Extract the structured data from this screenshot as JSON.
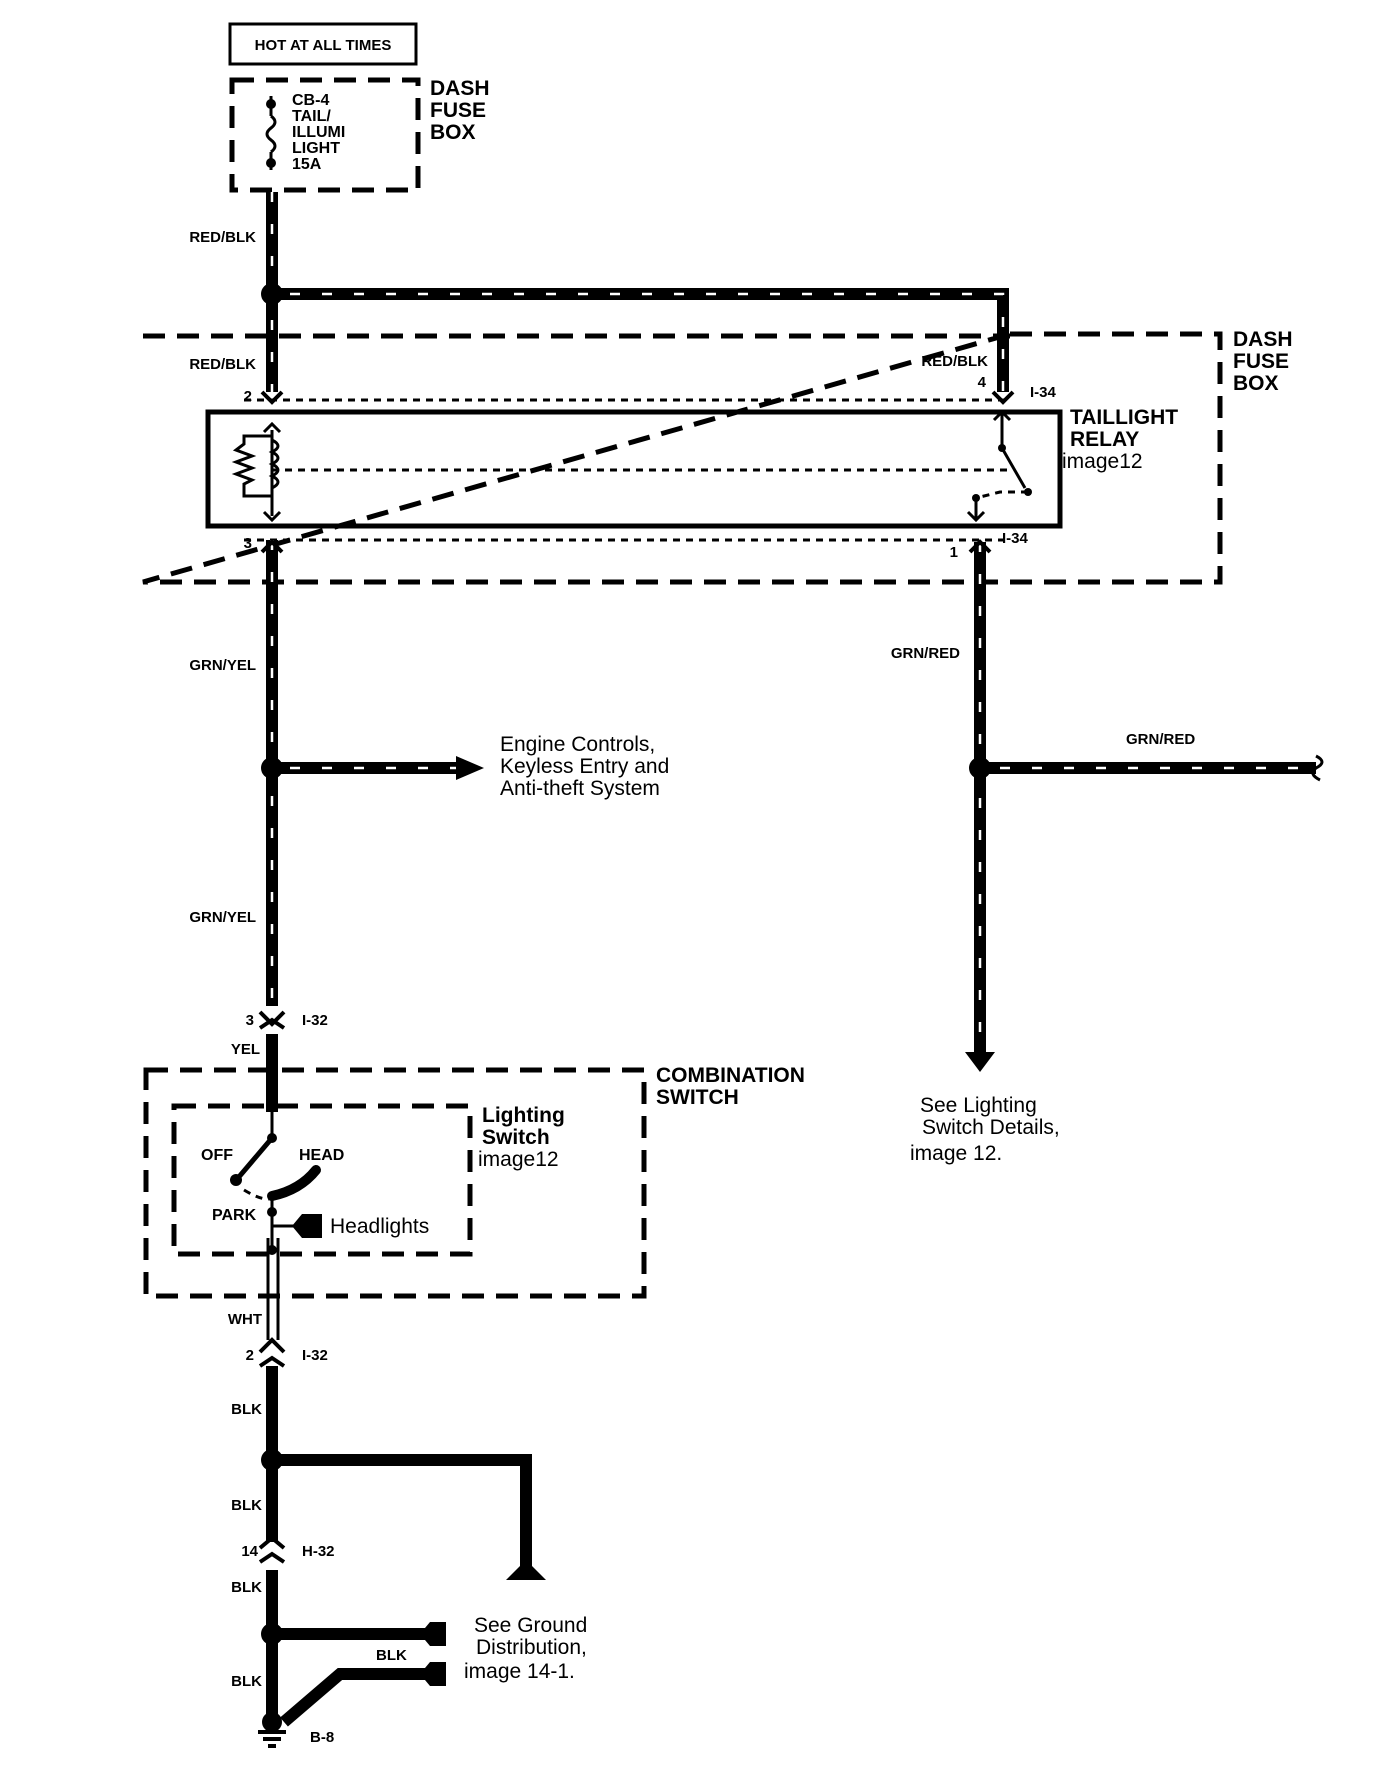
{
  "power_source": {
    "label": "HOT AT ALL TIMES"
  },
  "fuse_box_top": {
    "title_lines": [
      "DASH",
      "FUSE",
      "BOX"
    ],
    "fuse_lines": [
      "CB-4",
      "TAIL/",
      "ILLUMI",
      "LIGHT",
      "15A"
    ]
  },
  "fuse_box_main": {
    "title_lines": [
      "DASH",
      "FUSE",
      "BOX"
    ]
  },
  "taillight_relay": {
    "title_lines": [
      "TAILLIGHT",
      "RELAY"
    ],
    "ref": "image12"
  },
  "combination_switch": {
    "title_lines": [
      "COMBINATION",
      "SWITCH"
    ]
  },
  "lighting_switch": {
    "title_lines": [
      "Lighting",
      "Switch"
    ],
    "ref": "image12",
    "positions": {
      "off": "OFF",
      "head": "HEAD",
      "park": "PARK"
    },
    "headlights": "Headlights"
  },
  "wire_colors": {
    "red_blk_1": "RED/BLK",
    "red_blk_2": "RED/BLK",
    "red_blk_3": "RED/BLK",
    "grn_yel_1": "GRN/YEL",
    "grn_yel_2": "GRN/YEL",
    "grn_red_1": "GRN/RED",
    "grn_red_2": "GRN/RED",
    "yel": "YEL",
    "wht": "WHT",
    "blk_1": "BLK",
    "blk_2": "BLK",
    "blk_3": "BLK",
    "blk_4": "BLK",
    "blk_5": "BLK"
  },
  "connectors": {
    "pin_2_top": "2",
    "pin_4": "4",
    "i34_top": "I-34",
    "pin_3_relay": "3",
    "pin_1": "1",
    "i34_bottom": "I-34",
    "pin_3_i32": "3",
    "i32_top": "I-32",
    "pin_2_i32": "2",
    "i32_bottom": "I-32",
    "pin_14": "14",
    "h32": "H-32",
    "ground": "B-8"
  },
  "notes": {
    "engine_controls": [
      "Engine Controls,",
      "Keyless Entry and",
      "Anti-theft System"
    ],
    "lighting_details": [
      "See Lighting",
      "Switch Details,",
      "image 12."
    ],
    "ground_distribution": [
      "See Ground",
      "Distribution,",
      "image 14-1."
    ]
  }
}
